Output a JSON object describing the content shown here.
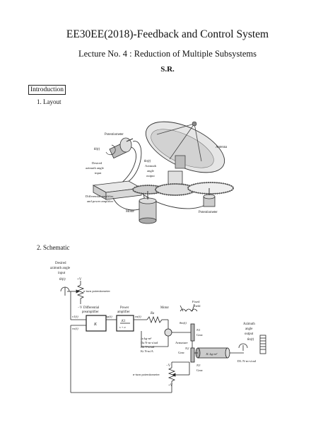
{
  "document": {
    "title": "EE30EE(2018)-Feedback and Control System",
    "subtitle": "Lecture No. 4 : Reduction of Multiple Subsystems",
    "author": "S.R.",
    "section_label": "Introduction",
    "items": [
      {
        "number": "1.",
        "label": "Layout"
      },
      {
        "number": "2.",
        "label": "Schematic"
      }
    ]
  },
  "layout_figure": {
    "labels": {
      "potentiometer_top": "Potentiometer",
      "theta_i": "θi(t)",
      "desired_line1": "Desired",
      "desired_line2": "azimuth angle",
      "desired_line3": "input",
      "theta_o": "θo(t)",
      "azimuth_line1": "Azimuth",
      "azimuth_line2": "angle",
      "azimuth_line3": "output",
      "antenna": "Antenna",
      "diff_amp_line1": "Differential amplifier",
      "diff_amp_line2": "and power amplifier",
      "motor": "Motor",
      "potentiometer_bottom": "Potentiometer"
    }
  },
  "schematic_figure": {
    "labels": {
      "desired_line1": "Desired",
      "desired_line2": "azimuth angle",
      "desired_line3": "input",
      "theta_i": "θi(t)",
      "plus_v_top": "+V",
      "minus_v_top": "−V",
      "nturn_top": "n-turn potentiometer",
      "diff_pre_line1": "Differential",
      "diff_pre_line2": "preamplifier",
      "k_block": "K",
      "power_amp_line1": "Power",
      "power_amp_line2": "amplifier",
      "k1_num": "K1",
      "k1_den": "s + a",
      "v1": "v1(t)",
      "vp": "vp(t)",
      "ea": "ea(t)",
      "vo": "vo(t)",
      "ra": "Ra",
      "motor": "Motor",
      "fixed_field_line1": "Fixed",
      "fixed_field_line2": "field",
      "theta_m": "θm(t)",
      "ja": "Ja  kg-m²",
      "da": "Da  N-m-s/rad",
      "kb": "Kb  V-s/rad",
      "kt": "Kt  N-m/A",
      "armature": "Armature",
      "n1": "N1",
      "gear1": "Gear",
      "n2": "N2",
      "gear2": "Gear",
      "n3": "N3",
      "gear3": "Gear",
      "jl": "JL  kg-m²",
      "dl": "DL  N-m-s/rad",
      "azimuth_line1": "Azimuth",
      "azimuth_line2": "angle",
      "azimuth_line3": "output",
      "theta_o": "θo(t)",
      "nturn_bottom": "n-turn potentiometer",
      "minus_v_bottom": "−V",
      "plus_v_bottom": "+V"
    }
  }
}
